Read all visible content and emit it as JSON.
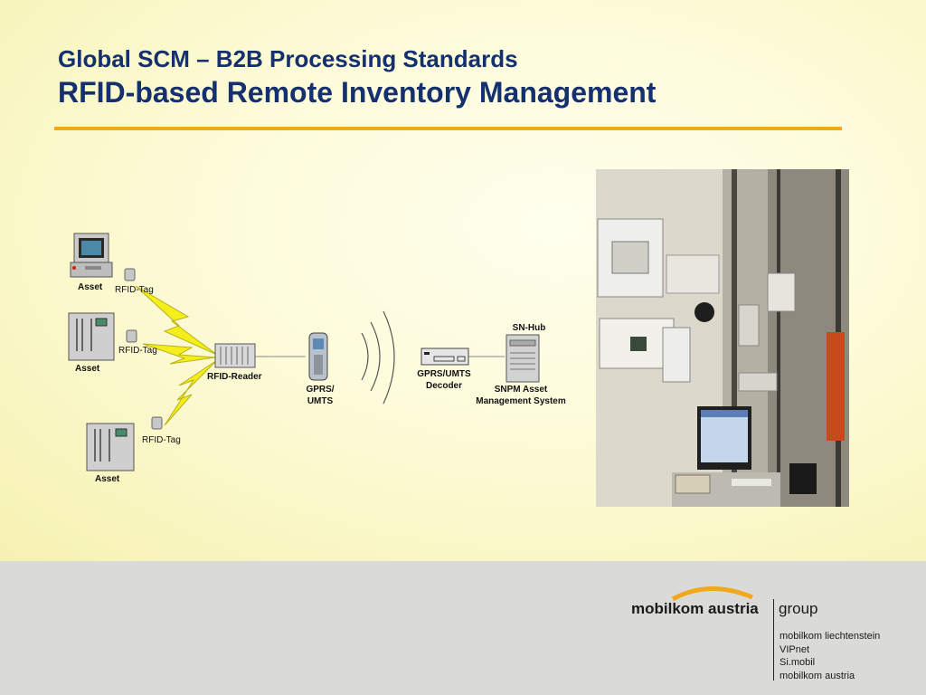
{
  "title": {
    "line1": "Global SCM – B2B Processing Standards",
    "line2": "RFID-based Remote Inventory Management"
  },
  "diagram": {
    "assets": [
      {
        "label": "Asset",
        "tag": "RFID-Tag"
      },
      {
        "label": "Asset",
        "tag": "RFID-Tag"
      },
      {
        "label": "Asset",
        "tag": "RFID-Tag"
      }
    ],
    "reader": "RFID-Reader",
    "phone": {
      "line1": "GPRS/",
      "line2": "UMTS"
    },
    "decoder": {
      "line1": "GPRS/UMTS",
      "line2": "Decoder"
    },
    "hub": "SN-Hub",
    "server": {
      "line1": "SNPM Asset",
      "line2": "Management System"
    }
  },
  "footer": {
    "brand": "mobilkom austria",
    "group": "group",
    "companies": [
      "mobilkom liechtenstein",
      "VIPnet",
      "Si.mobil",
      "mobilkom austria"
    ]
  },
  "colors": {
    "title": "#14306e",
    "rule": "#f2a81c",
    "lightning": "#f4ee1a",
    "footer": "#dadad9"
  }
}
